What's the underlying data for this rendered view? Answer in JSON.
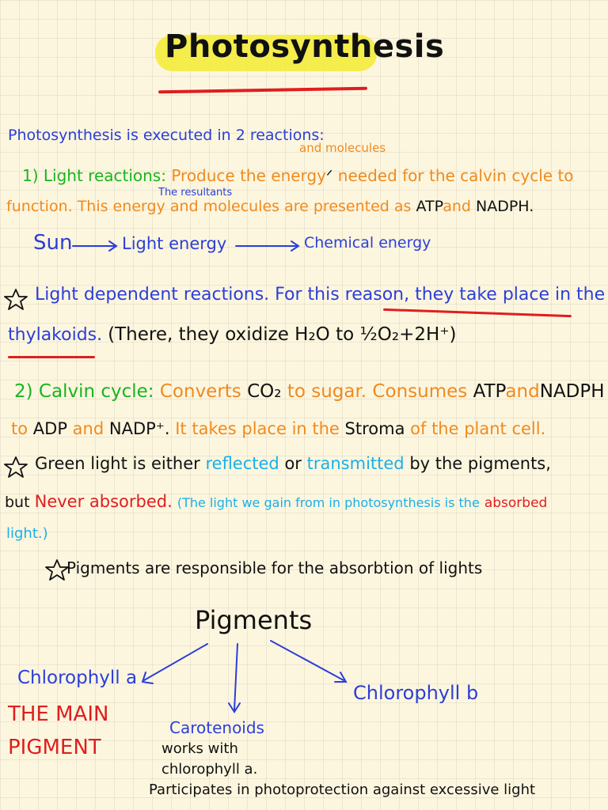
{
  "title": "Photosynthesis",
  "intro": "Photosynthesis is executed in 2 reactions:",
  "light": {
    "label": "1) Light reactions:",
    "text_a": "Produce the energy",
    "insert_molecules": "and molecules",
    "text_b": "needed for the calvin cycle to",
    "text_c": "function. This energy",
    "insert_resultants": "The resultants",
    "text_d": "and molecules are presented as",
    "atp": "ATP",
    "and": "and",
    "nadph": "NADPH."
  },
  "flow": {
    "sun": "Sun",
    "light_energy": "Light energy",
    "chemical_energy": "Chemical energy"
  },
  "dependent": {
    "text_a": "Light dependent reactions. For this reason,",
    "text_b": "they take place in the",
    "thylakoids": "thylakoids.",
    "equation": "(There, they oxidize H₂O to ½O₂+2H⁺)"
  },
  "calvin": {
    "label": "2) Calvin cycle:",
    "text_a": "Converts",
    "co2": "CO₂",
    "text_b": "to sugar. Consumes",
    "atp": "ATP",
    "and": "and",
    "nadph": "NADPH",
    "to": "to",
    "adp": "ADP",
    "and2": "and",
    "nadp": "NADP⁺.",
    "text_c": "It takes place in the",
    "stroma": "Stroma",
    "text_d": "of the plant cell."
  },
  "green": {
    "text_a": "Green light is either",
    "reflected": "reflected",
    "or": "or",
    "transmitted": "transmitted",
    "text_b": "by the pigments,",
    "but": "but",
    "never": "Never absorbed.",
    "paren": "(The light we gain from in photosynthesis is the",
    "absorbed": "absorbed",
    "light_end": "light.)"
  },
  "pigments_note": "Pigments are responsible for the absorbtion of lights",
  "diagram": {
    "root": "Pigments",
    "chl_a": "Chlorophyll a",
    "main_1": "THE MAIN",
    "main_2": "PIGMENT",
    "carotenoids": "Carotenoids",
    "works_1": "works with",
    "works_2": "chlorophyll a.",
    "participates": "Participates in photoprotection against excessive light",
    "chl_b": "Chlorophyll b"
  },
  "colors": {
    "background": "#fdf6df",
    "highlight": "#f3ec3c",
    "black": "#111111",
    "blue": "#2b3fd8",
    "orange": "#f08a1e",
    "green": "#19b41e",
    "red": "#e01e1e",
    "cyan": "#1ab0e8"
  },
  "icons": [
    "star-icon",
    "arrow-icon"
  ]
}
